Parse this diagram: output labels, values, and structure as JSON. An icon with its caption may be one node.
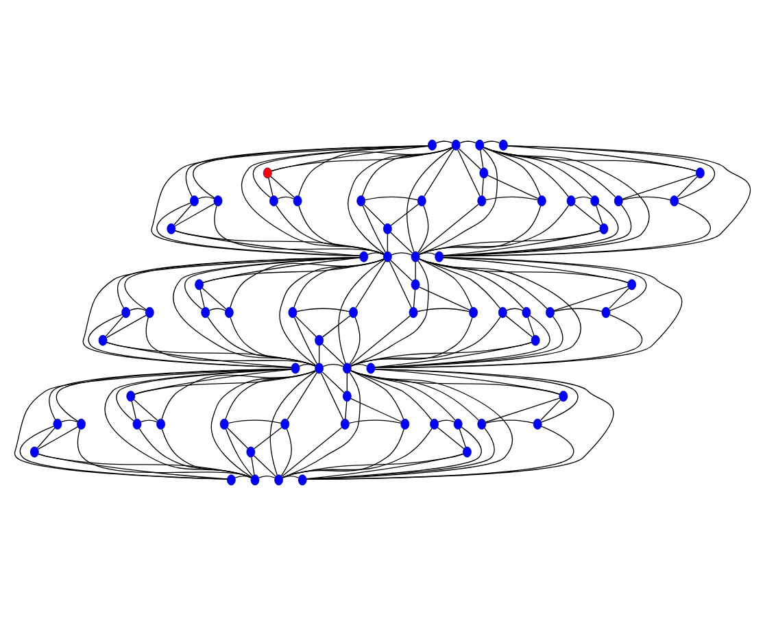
{
  "diagram": {
    "nodes": [
      {
        "text": [],
        "shape": "circle"
      },
      {
        "text": [],
        "shape": "circle"
      },
      {
        "text": [],
        "shape": "circle"
      },
      {
        "text": [],
        "shape": "circle"
      },
      {
        "text": [],
        "shape": "circle"
      },
      {
        "text": [],
        "shape": "circle"
      },
      {
        "text": [],
        "shape": "circle"
      },
      {
        "text": [],
        "shape": "circle"
      },
      {
        "text": [],
        "shape": "circle"
      },
      {
        "text": [],
        "shape": "circle"
      },
      {
        "text": [],
        "shape": "circle"
      },
      {
        "text": [],
        "shape": "circle"
      },
      {
        "text": [],
        "shape": "circle"
      },
      {
        "text": [],
        "shape": "circle"
      },
      {
        "text": [],
        "shape": "circle"
      },
      {
        "text": [],
        "shape": "circle"
      },
      {
        "text": [],
        "shape": "circle"
      },
      {
        "text": [],
        "shape": "circle"
      },
      {
        "text": [],
        "shape": "circle"
      },
      {
        "text": [],
        "shape": "circle"
      },
      {
        "text": [],
        "shape": "circle"
      },
      {
        "text": [],
        "shape": "circle"
      },
      {
        "text": [],
        "shape": "circle"
      },
      {
        "text": [],
        "shape": "circle"
      },
      {
        "text": [],
        "shape": "circle"
      },
      {
        "text": [],
        "shape": "circle"
      },
      {
        "text": [],
        "shape": "circle"
      },
      {
        "text": [],
        "shape": "circle"
      },
      {
        "text": [],
        "shape": "circle"
      },
      {
        "text": [],
        "shape": "circle"
      },
      {
        "text": [],
        "shape": "circle"
      },
      {
        "text": [],
        "shape": "circle"
      },
      {
        "text": [],
        "shape": "circle"
      },
      {
        "text": [],
        "shape": "circle"
      },
      {
        "text": [],
        "shape": "circle"
      },
      {
        "text": [],
        "shape": "circle"
      },
      {
        "text": [],
        "shape": "circle"
      },
      {
        "text": [],
        "shape": "circle"
      },
      {
        "text": [],
        "shape": "circle"
      },
      {
        "text": [],
        "shape": "circle"
      },
      {
        "text": [],
        "shape": "circle"
      },
      {
        "text": [],
        "shape": "circle"
      },
      {
        "text": [],
        "shape": "circle"
      },
      {
        "text": [],
        "shape": "circle"
      },
      {
        "text": [],
        "shape": "circle"
      },
      {
        "text": [],
        "shape": "circle"
      },
      {
        "text": [],
        "shape": "circle"
      },
      {
        "text": [],
        "shape": "circle"
      },
      {
        "text": [],
        "shape": "circle"
      },
      {
        "text": [],
        "shape": "circle"
      },
      {
        "text": [],
        "shape": "circle"
      },
      {
        "text": [],
        "shape": "circle"
      },
      {
        "text": [],
        "shape": "circle"
      },
      {
        "text": [],
        "shape": "circle"
      },
      {
        "text": [],
        "shape": "circle"
      },
      {
        "text": [],
        "shape": "circle"
      },
      {
        "text": [],
        "shape": "circle"
      },
      {
        "text": [],
        "shape": "circle"
      },
      {
        "text": [],
        "shape": "circle"
      },
      {
        "text": [],
        "shape": "circle"
      },
      {
        "text": [],
        "shape": "circle"
      },
      {
        "text": [],
        "shape": "circle"
      },
      {
        "text": [],
        "shape": "circle"
      },
      {
        "text": [],
        "shape": "circle"
      },
      {
        "text": [],
        "shape": "circle"
      },
      {
        "text": [],
        "shape": "circle"
      },
      {
        "text": [],
        "shape": "circle"
      },
      {
        "text": [],
        "shape": "circle"
      },
      {
        "text": [],
        "shape": "circle"
      },
      {
        "text": [],
        "shape": "circle"
      }
    ],
    "edges": [
      {
        "from": 0,
        "to": 1,
        "arrow": "none"
      },
      {
        "from": 1,
        "to": 2,
        "arrow": "none"
      },
      {
        "from": 2,
        "to": 3,
        "arrow": "none"
      },
      {
        "from": 4,
        "to": 5,
        "arrow": "none"
      },
      {
        "from": 5,
        "to": 6,
        "arrow": "none"
      },
      {
        "from": 6,
        "to": 7,
        "arrow": "none"
      },
      {
        "from": 8,
        "to": 9,
        "arrow": "none"
      },
      {
        "from": 9,
        "to": 10,
        "arrow": "none"
      },
      {
        "from": 10,
        "to": 11,
        "arrow": "none"
      },
      {
        "from": 12,
        "to": 13,
        "arrow": "none"
      },
      {
        "from": 13,
        "to": 14,
        "arrow": "none"
      },
      {
        "from": 14,
        "to": 15,
        "arrow": "none"
      },
      {
        "from": 0,
        "to": 4,
        "arrow": "none"
      },
      {
        "from": 1,
        "to": 5,
        "arrow": "none"
      },
      {
        "from": 2,
        "to": 6,
        "arrow": "none"
      },
      {
        "from": 3,
        "to": 7,
        "arrow": "none"
      },
      {
        "from": 4,
        "to": 8,
        "arrow": "none"
      },
      {
        "from": 5,
        "to": 9,
        "arrow": "none"
      },
      {
        "from": 6,
        "to": 10,
        "arrow": "none"
      },
      {
        "from": 7,
        "to": 11,
        "arrow": "none"
      },
      {
        "from": 8,
        "to": 12,
        "arrow": "none"
      },
      {
        "from": 9,
        "to": 13,
        "arrow": "none"
      },
      {
        "from": 10,
        "to": 14,
        "arrow": "none"
      },
      {
        "from": 11,
        "to": 15,
        "arrow": "none"
      },
      {
        "from": 0,
        "to": 5,
        "arrow": "none"
      },
      {
        "from": 1,
        "to": 6,
        "arrow": "none"
      },
      {
        "from": 2,
        "to": 7,
        "arrow": "none"
      },
      {
        "from": 4,
        "to": 9,
        "arrow": "none"
      },
      {
        "from": 5,
        "to": 10,
        "arrow": "none"
      },
      {
        "from": 6,
        "to": 11,
        "arrow": "none"
      },
      {
        "from": 8,
        "to": 13,
        "arrow": "none"
      },
      {
        "from": 9,
        "to": 14,
        "arrow": "none"
      },
      {
        "from": 10,
        "to": 15,
        "arrow": "none"
      },
      {
        "from": 16,
        "to": 17,
        "arrow": "none"
      },
      {
        "from": 17,
        "to": 18,
        "arrow": "none"
      },
      {
        "from": 18,
        "to": 16,
        "arrow": "none"
      },
      {
        "from": 0,
        "to": 16,
        "arrow": "none"
      },
      {
        "from": 0,
        "to": 17,
        "arrow": "none"
      },
      {
        "from": 4,
        "to": 16,
        "arrow": "none"
      },
      {
        "from": 4,
        "to": 18,
        "arrow": "none"
      },
      {
        "from": 5,
        "to": 17,
        "arrow": "none"
      },
      {
        "from": 5,
        "to": 18,
        "arrow": "none"
      },
      {
        "from": 20,
        "to": 21,
        "arrow": "none"
      },
      {
        "from": 19,
        "to": 20,
        "arrow": "none"
      },
      {
        "from": 19,
        "to": 21,
        "arrow": "none"
      },
      {
        "from": 0,
        "to": 19,
        "arrow": "none"
      },
      {
        "from": 1,
        "to": 19,
        "arrow": "none"
      },
      {
        "from": 0,
        "to": 20,
        "arrow": "none"
      },
      {
        "from": 1,
        "to": 21,
        "arrow": "none"
      },
      {
        "from": 5,
        "to": 20,
        "arrow": "none"
      },
      {
        "from": 5,
        "to": 21,
        "arrow": "none"
      },
      {
        "from": 22,
        "to": 23,
        "arrow": "none"
      },
      {
        "from": 23,
        "to": 24,
        "arrow": "none"
      },
      {
        "from": 24,
        "to": 22,
        "arrow": "none"
      },
      {
        "from": 1,
        "to": 22,
        "arrow": "none"
      },
      {
        "from": 1,
        "to": 23,
        "arrow": "none"
      },
      {
        "from": 5,
        "to": 22,
        "arrow": "none"
      },
      {
        "from": 5,
        "to": 24,
        "arrow": "none"
      },
      {
        "from": 6,
        "to": 23,
        "arrow": "none"
      },
      {
        "from": 6,
        "to": 24,
        "arrow": "none"
      },
      {
        "from": 26,
        "to": 27,
        "arrow": "none"
      },
      {
        "from": 25,
        "to": 26,
        "arrow": "none"
      },
      {
        "from": 25,
        "to": 27,
        "arrow": "none"
      },
      {
        "from": 1,
        "to": 25,
        "arrow": "none"
      },
      {
        "from": 2,
        "to": 25,
        "arrow": "none"
      },
      {
        "from": 1,
        "to": 26,
        "arrow": "none"
      },
      {
        "from": 2,
        "to": 27,
        "arrow": "none"
      },
      {
        "from": 6,
        "to": 26,
        "arrow": "none"
      },
      {
        "from": 6,
        "to": 27,
        "arrow": "none"
      },
      {
        "from": 28,
        "to": 29,
        "arrow": "none"
      },
      {
        "from": 29,
        "to": 30,
        "arrow": "none"
      },
      {
        "from": 30,
        "to": 28,
        "arrow": "none"
      },
      {
        "from": 2,
        "to": 28,
        "arrow": "none"
      },
      {
        "from": 2,
        "to": 29,
        "arrow": "none"
      },
      {
        "from": 6,
        "to": 28,
        "arrow": "none"
      },
      {
        "from": 6,
        "to": 30,
        "arrow": "none"
      },
      {
        "from": 7,
        "to": 29,
        "arrow": "none"
      },
      {
        "from": 7,
        "to": 30,
        "arrow": "none"
      },
      {
        "from": 32,
        "to": 33,
        "arrow": "none"
      },
      {
        "from": 31,
        "to": 32,
        "arrow": "none"
      },
      {
        "from": 31,
        "to": 33,
        "arrow": "none"
      },
      {
        "from": 2,
        "to": 31,
        "arrow": "none"
      },
      {
        "from": 3,
        "to": 31,
        "arrow": "none"
      },
      {
        "from": 2,
        "to": 32,
        "arrow": "none"
      },
      {
        "from": 3,
        "to": 33,
        "arrow": "none"
      },
      {
        "from": 7,
        "to": 32,
        "arrow": "none"
      },
      {
        "from": 7,
        "to": 33,
        "arrow": "none"
      },
      {
        "from": 34,
        "to": 35,
        "arrow": "none"
      },
      {
        "from": 35,
        "to": 36,
        "arrow": "none"
      },
      {
        "from": 36,
        "to": 34,
        "arrow": "none"
      },
      {
        "from": 4,
        "to": 34,
        "arrow": "none"
      },
      {
        "from": 4,
        "to": 35,
        "arrow": "none"
      },
      {
        "from": 8,
        "to": 34,
        "arrow": "none"
      },
      {
        "from": 8,
        "to": 36,
        "arrow": "none"
      },
      {
        "from": 9,
        "to": 35,
        "arrow": "none"
      },
      {
        "from": 9,
        "to": 36,
        "arrow": "none"
      },
      {
        "from": 38,
        "to": 39,
        "arrow": "none"
      },
      {
        "from": 37,
        "to": 38,
        "arrow": "none"
      },
      {
        "from": 37,
        "to": 39,
        "arrow": "none"
      },
      {
        "from": 4,
        "to": 37,
        "arrow": "none"
      },
      {
        "from": 5,
        "to": 37,
        "arrow": "none"
      },
      {
        "from": 4,
        "to": 38,
        "arrow": "none"
      },
      {
        "from": 5,
        "to": 39,
        "arrow": "none"
      },
      {
        "from": 9,
        "to": 38,
        "arrow": "none"
      },
      {
        "from": 9,
        "to": 39,
        "arrow": "none"
      },
      {
        "from": 40,
        "to": 41,
        "arrow": "none"
      },
      {
        "from": 41,
        "to": 42,
        "arrow": "none"
      },
      {
        "from": 42,
        "to": 40,
        "arrow": "none"
      },
      {
        "from": 5,
        "to": 40,
        "arrow": "none"
      },
      {
        "from": 5,
        "to": 41,
        "arrow": "none"
      },
      {
        "from": 9,
        "to": 40,
        "arrow": "none"
      },
      {
        "from": 9,
        "to": 42,
        "arrow": "none"
      },
      {
        "from": 10,
        "to": 41,
        "arrow": "none"
      },
      {
        "from": 10,
        "to": 42,
        "arrow": "none"
      },
      {
        "from": 44,
        "to": 45,
        "arrow": "none"
      },
      {
        "from": 43,
        "to": 44,
        "arrow": "none"
      },
      {
        "from": 43,
        "to": 45,
        "arrow": "none"
      },
      {
        "from": 5,
        "to": 43,
        "arrow": "none"
      },
      {
        "from": 6,
        "to": 43,
        "arrow": "none"
      },
      {
        "from": 5,
        "to": 44,
        "arrow": "none"
      },
      {
        "from": 6,
        "to": 45,
        "arrow": "none"
      },
      {
        "from": 10,
        "to": 44,
        "arrow": "none"
      },
      {
        "from": 10,
        "to": 45,
        "arrow": "none"
      },
      {
        "from": 46,
        "to": 47,
        "arrow": "none"
      },
      {
        "from": 47,
        "to": 48,
        "arrow": "none"
      },
      {
        "from": 48,
        "to": 46,
        "arrow": "none"
      },
      {
        "from": 6,
        "to": 46,
        "arrow": "none"
      },
      {
        "from": 6,
        "to": 47,
        "arrow": "none"
      },
      {
        "from": 10,
        "to": 46,
        "arrow": "none"
      },
      {
        "from": 10,
        "to": 48,
        "arrow": "none"
      },
      {
        "from": 11,
        "to": 47,
        "arrow": "none"
      },
      {
        "from": 11,
        "to": 48,
        "arrow": "none"
      },
      {
        "from": 50,
        "to": 51,
        "arrow": "none"
      },
      {
        "from": 49,
        "to": 50,
        "arrow": "none"
      },
      {
        "from": 49,
        "to": 51,
        "arrow": "none"
      },
      {
        "from": 6,
        "to": 49,
        "arrow": "none"
      },
      {
        "from": 7,
        "to": 49,
        "arrow": "none"
      },
      {
        "from": 6,
        "to": 50,
        "arrow": "none"
      },
      {
        "from": 7,
        "to": 51,
        "arrow": "none"
      },
      {
        "from": 11,
        "to": 50,
        "arrow": "none"
      },
      {
        "from": 11,
        "to": 51,
        "arrow": "none"
      },
      {
        "from": 52,
        "to": 53,
        "arrow": "none"
      },
      {
        "from": 53,
        "to": 54,
        "arrow": "none"
      },
      {
        "from": 54,
        "to": 52,
        "arrow": "none"
      },
      {
        "from": 8,
        "to": 52,
        "arrow": "none"
      },
      {
        "from": 8,
        "to": 53,
        "arrow": "none"
      },
      {
        "from": 12,
        "to": 52,
        "arrow": "none"
      },
      {
        "from": 12,
        "to": 54,
        "arrow": "none"
      },
      {
        "from": 13,
        "to": 53,
        "arrow": "none"
      },
      {
        "from": 13,
        "to": 54,
        "arrow": "none"
      },
      {
        "from": 56,
        "to": 57,
        "arrow": "none"
      },
      {
        "from": 55,
        "to": 56,
        "arrow": "none"
      },
      {
        "from": 55,
        "to": 57,
        "arrow": "none"
      },
      {
        "from": 8,
        "to": 55,
        "arrow": "none"
      },
      {
        "from": 9,
        "to": 55,
        "arrow": "none"
      },
      {
        "from": 8,
        "to": 56,
        "arrow": "none"
      },
      {
        "from": 9,
        "to": 57,
        "arrow": "none"
      },
      {
        "from": 13,
        "to": 56,
        "arrow": "none"
      },
      {
        "from": 13,
        "to": 57,
        "arrow": "none"
      },
      {
        "from": 58,
        "to": 59,
        "arrow": "none"
      },
      {
        "from": 59,
        "to": 60,
        "arrow": "none"
      },
      {
        "from": 60,
        "to": 58,
        "arrow": "none"
      },
      {
        "from": 9,
        "to": 58,
        "arrow": "none"
      },
      {
        "from": 9,
        "to": 59,
        "arrow": "none"
      },
      {
        "from": 13,
        "to": 58,
        "arrow": "none"
      },
      {
        "from": 13,
        "to": 60,
        "arrow": "none"
      },
      {
        "from": 14,
        "to": 59,
        "arrow": "none"
      },
      {
        "from": 14,
        "to": 60,
        "arrow": "none"
      },
      {
        "from": 62,
        "to": 63,
        "arrow": "none"
      },
      {
        "from": 61,
        "to": 62,
        "arrow": "none"
      },
      {
        "from": 61,
        "to": 63,
        "arrow": "none"
      },
      {
        "from": 9,
        "to": 61,
        "arrow": "none"
      },
      {
        "from": 10,
        "to": 61,
        "arrow": "none"
      },
      {
        "from": 9,
        "to": 62,
        "arrow": "none"
      },
      {
        "from": 10,
        "to": 63,
        "arrow": "none"
      },
      {
        "from": 14,
        "to": 62,
        "arrow": "none"
      },
      {
        "from": 14,
        "to": 63,
        "arrow": "none"
      },
      {
        "from": 64,
        "to": 65,
        "arrow": "none"
      },
      {
        "from": 65,
        "to": 66,
        "arrow": "none"
      },
      {
        "from": 66,
        "to": 64,
        "arrow": "none"
      },
      {
        "from": 10,
        "to": 64,
        "arrow": "none"
      },
      {
        "from": 10,
        "to": 65,
        "arrow": "none"
      },
      {
        "from": 14,
        "to": 64,
        "arrow": "none"
      },
      {
        "from": 14,
        "to": 66,
        "arrow": "none"
      },
      {
        "from": 15,
        "to": 65,
        "arrow": "none"
      },
      {
        "from": 15,
        "to": 66,
        "arrow": "none"
      },
      {
        "from": 68,
        "to": 69,
        "arrow": "none"
      },
      {
        "from": 67,
        "to": 68,
        "arrow": "none"
      },
      {
        "from": 67,
        "to": 69,
        "arrow": "none"
      },
      {
        "from": 10,
        "to": 67,
        "arrow": "none"
      },
      {
        "from": 11,
        "to": 67,
        "arrow": "none"
      },
      {
        "from": 10,
        "to": 68,
        "arrow": "none"
      },
      {
        "from": 11,
        "to": 69,
        "arrow": "none"
      },
      {
        "from": 15,
        "to": 68,
        "arrow": "none"
      },
      {
        "from": 15,
        "to": 69,
        "arrow": "none"
      }
    ]
  }
}
